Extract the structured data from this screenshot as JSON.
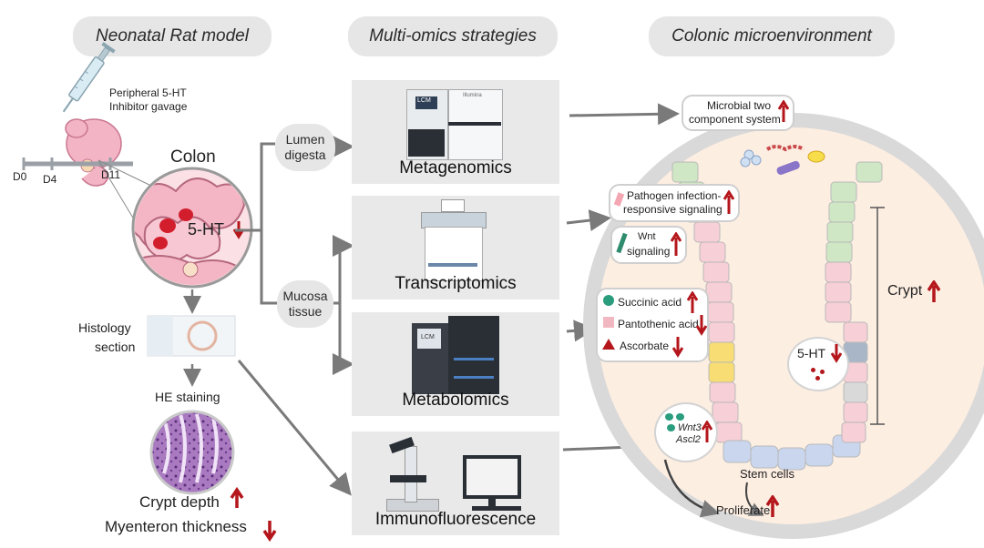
{
  "columns": {
    "left": "Neonatal Rat model",
    "middle": "Multi-omics strategies",
    "right": "Colonic microenvironment"
  },
  "rat_model": {
    "injection": [
      "Peripheral 5-HT",
      "Inhibitor gavage"
    ],
    "timeline": [
      "D0",
      "D4",
      "D11"
    ],
    "colon": "Colon",
    "ht": "5-HT",
    "histology": [
      "Histology",
      "section"
    ],
    "he": "HE staining",
    "crypt_depth": "Crypt depth",
    "myenteron": "Myenteron thickness"
  },
  "samples": {
    "lumen": [
      "Lumen",
      "digesta"
    ],
    "mucosa": [
      "Mucosa",
      "tissue"
    ]
  },
  "omics": [
    "Metagenomics",
    "Transcriptomics",
    "Metabolomics",
    "Immunofluorescence"
  ],
  "instrument_labels": [
    "LCM",
    "Illumina",
    "LCM"
  ],
  "micro": {
    "microbial": [
      "Microbial two",
      "component system"
    ],
    "pathogen": [
      "Pathogen  infection-",
      "responsive signaling"
    ],
    "wnt": [
      "Wnt",
      "signaling"
    ],
    "metabolites": [
      "Succinic acid",
      "Pantothenic acid",
      "Ascorbate"
    ],
    "wnt3": "Wnt3",
    "ascl2": "Ascl2",
    "crypt": "Crypt",
    "ht": "5-HT",
    "stem": "Stem cells",
    "proliferate": "Proliferate"
  },
  "colors": {
    "up_arrow": "#b4161b",
    "pill_bg": "#e6e6e6",
    "panel_bg": "#e9e9e9",
    "connector": "#7a7a7a",
    "organ_pink": "#f2c7cf",
    "crypt_green": "#cfe7c4",
    "crypt_pink": "#f7cfd6",
    "crypt_blue": "#c9d6ee",
    "crypt_yellow": "#f7dd73",
    "lumen_bg": "#fdeee2"
  }
}
